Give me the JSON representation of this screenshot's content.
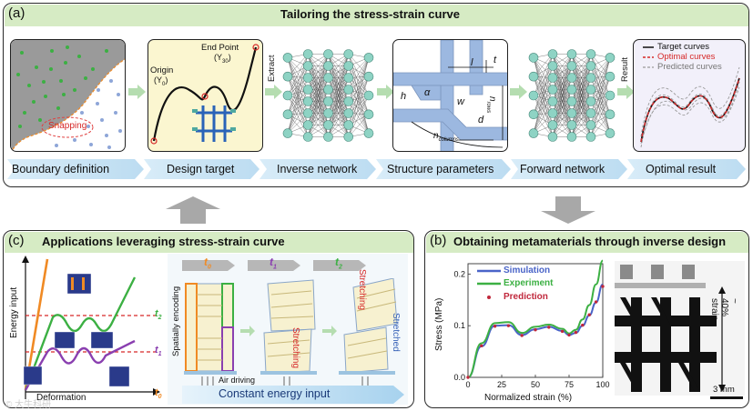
{
  "panel_a": {
    "label": "(a)",
    "title": "Tailoring the stress-strain curve",
    "steps": [
      "Boundary definition",
      "Design target",
      "Inverse network",
      "Structure parameters",
      "Forward network",
      "Optimal result"
    ],
    "snapping": "Snapping",
    "end_point": "End Point",
    "end_point_y": "(Y",
    "end_point_sub": "30",
    "origin": "Origin",
    "origin_y": "(Y",
    "origin_sub": "0",
    "extract": "Extract",
    "result": "Result",
    "params": {
      "t": "t",
      "l": "l",
      "h": "h",
      "alpha": "α",
      "w": "w",
      "d": "d",
      "n_rows": "n",
      "n_rows_sub": "rows",
      "n_cols": "n",
      "n_cols_sub": "columns"
    },
    "legend": [
      "Target curves",
      "Optimal curves",
      "Predicted curves"
    ]
  },
  "panel_b": {
    "label": "(b)",
    "title": "Obtaining metamaterials through inverse design",
    "chart_data": {
      "type": "line",
      "xlabel": "Normalized strain (%)",
      "ylabel": "Stress (MPa)",
      "xlim": [
        0,
        100
      ],
      "ylim": [
        0,
        0.22
      ],
      "xticks": [
        "0",
        "25",
        "50",
        "75",
        "100"
      ],
      "yticks": [
        "0.0",
        "0.1",
        "0.2"
      ],
      "x": [
        0,
        10,
        20,
        30,
        40,
        50,
        60,
        70,
        75,
        80,
        85,
        90,
        95,
        100
      ],
      "series": [
        {
          "name": "Simulation",
          "color": "#4a64c8",
          "values": [
            0,
            0.06,
            0.1,
            0.101,
            0.082,
            0.093,
            0.098,
            0.09,
            0.082,
            0.086,
            0.1,
            0.12,
            0.145,
            0.18
          ]
        },
        {
          "name": "Experiment",
          "color": "#3cb043",
          "values": [
            0,
            0.066,
            0.105,
            0.107,
            0.086,
            0.098,
            0.102,
            0.094,
            0.085,
            0.092,
            0.112,
            0.14,
            0.18,
            0.226
          ]
        },
        {
          "name": "Prediction",
          "color": "#c0283c",
          "values": [
            0,
            0.061,
            0.099,
            0.1,
            0.081,
            0.092,
            0.097,
            0.089,
            0.082,
            0.087,
            0.101,
            0.121,
            0.146,
            0.176
          ]
        }
      ],
      "legend_position": "top-left"
    },
    "strain_label": "~ 40% strain",
    "scale_bar": "3 mm"
  },
  "panel_c": {
    "label": "(c)",
    "title": "Applications leveraging stress-strain curve",
    "ylabel": "Energy input",
    "xlabel": "Deformation",
    "t0": "t",
    "t0_sub": "0",
    "t1": "t",
    "t1_sub": "1",
    "t2": "t",
    "t2_sub": "2",
    "spatially_encoding": "Spatially encoding",
    "air_driving": "Air driving",
    "stretching": "Stretching",
    "stretched": "Stretched",
    "constant_energy": "Constant energy input",
    "colors": {
      "orange": "#f08a24",
      "green": "#3cb043",
      "purple": "#8a3fb0",
      "red": "#d62828"
    }
  },
  "watermark": "© 大牛科研"
}
